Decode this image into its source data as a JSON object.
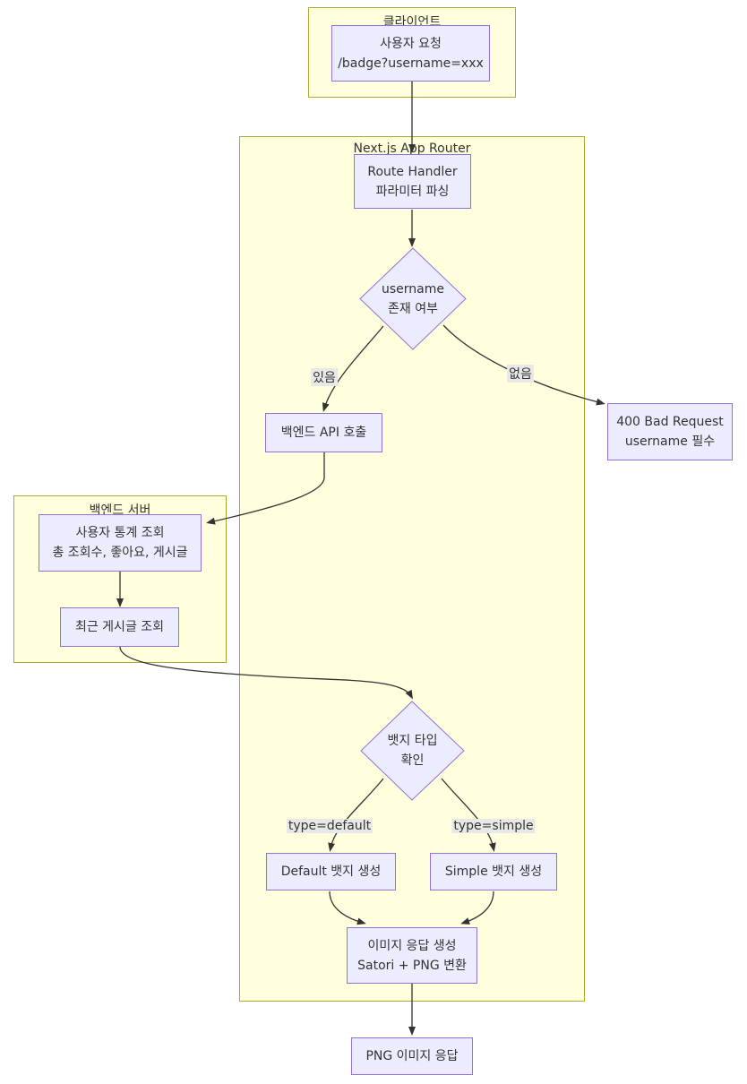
{
  "diagram": {
    "clusters": {
      "client": {
        "label": "클라이언트"
      },
      "next_app_router": {
        "label": "Next.js App Router"
      },
      "backend_server": {
        "label": "백엔드 서버"
      }
    },
    "nodes": {
      "user_request": {
        "line1": "사용자 요청",
        "line2": "/badge?username=xxx"
      },
      "route_handler": {
        "line1": "Route Handler",
        "line2": "파라미터 파싱"
      },
      "username_check": {
        "line1": "username",
        "line2": "존재 여부"
      },
      "backend_api_call": {
        "line1": "백엔드 API 호출"
      },
      "bad_request": {
        "line1": "400 Bad Request",
        "line2": "username 필수"
      },
      "user_stats": {
        "line1": "사용자 통계 조회",
        "line2": "총 조회수, 좋아요, 게시글"
      },
      "recent_posts": {
        "line1": "최근 게시글 조회"
      },
      "badge_type_check": {
        "line1": "뱃지 타입",
        "line2": "확인"
      },
      "default_badge": {
        "line1": "Default 뱃지 생성"
      },
      "simple_badge": {
        "line1": "Simple 뱃지 생성"
      },
      "image_response": {
        "line1": "이미지 응답 생성",
        "line2": "Satori + PNG 변환"
      },
      "png_response": {
        "line1": "PNG 이미지 응답"
      }
    },
    "edge_labels": {
      "has_username": "있음",
      "no_username": "없음",
      "type_default": "type=default",
      "type_simple": "type=simple"
    },
    "colors": {
      "node_fill": "#ECECFF",
      "node_border": "#9370DB",
      "cluster_fill": "#FFFFDE",
      "cluster_border": "#AAAA33",
      "edge_color": "#333333",
      "edge_label_bg": "#E8E8E8",
      "text_color": "#333333"
    }
  }
}
